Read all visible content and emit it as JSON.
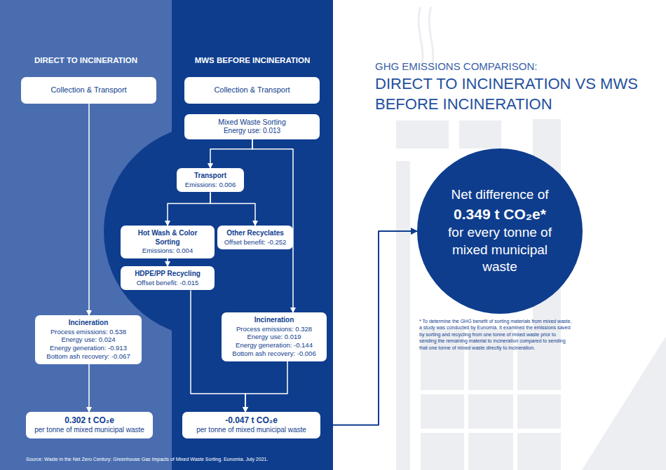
{
  "diagram": {
    "title": "DIRECT TO INCINERATION VS MWS BEFORE INCINERATION",
    "caption": "Source: Waste in the Net Zero Century: Greenhouse Gas Impacts of Mixed Waste Sorting. Eunomia. July 2021.",
    "nodes": [
      {
        "text": [
          "Collection & Transport"
        ]
      },
      {
        "text": [
          "Collection & Transport"
        ]
      },
      {
        "text": [
          "Mixed Waste Sorting",
          "Energy use: 0.013"
        ]
      },
      {
        "text": [
          "Transport",
          "Emissions: 0.006"
        ]
      },
      {
        "text": [
          "Hot Wash & Color Sorting",
          "Emissions: 0.004"
        ]
      },
      {
        "text": [
          "Other Recyclates",
          "Offset benefit: -0.252"
        ]
      },
      {
        "text": [
          "HDPE/PP Recycling",
          "Offset benefit: -0.015"
        ]
      },
      {
        "text": [
          "Incineration",
          "Process emissions: 0.538",
          "Energy use: 0.024",
          "Energy generation: -0.913",
          "Bottom ash recovery: -0.067"
        ]
      },
      {
        "text": [
          "Incineration",
          "Process emissions: 0.328",
          "Energy use: 0.019",
          "Energy generation: -0.144",
          "Bottom ash recovery: -0.006"
        ]
      },
      {
        "text": [
          "0.302 t CO₂e",
          "per tonne of mixed municipal waste"
        ]
      },
      {
        "text": [
          "-0.047 t CO₂e",
          "per tonne of mixed municipal waste"
        ]
      },
      {
        "text": [
          "Net difference of",
          "0.349 t CO₂e*",
          "for every tonne of mixed municipal waste"
        ]
      }
    ],
    "edges": [
      {
        "from": 0,
        "to": 7,
        "arrow": "to"
      },
      {
        "from": 2,
        "to": 3,
        "arrow": "to"
      },
      {
        "from": 2,
        "to": 8,
        "arrow": "to"
      },
      {
        "from": 3,
        "to": 4,
        "arrow": "to"
      },
      {
        "from": 3,
        "to": 5,
        "arrow": "to"
      },
      {
        "from": 4,
        "to": 6,
        "arrow": "to"
      },
      {
        "from": 6,
        "to": 10,
        "arrow": "to"
      },
      {
        "from": 8,
        "to": 10,
        "arrow": "to"
      },
      {
        "from": 7,
        "to": 9,
        "arrow": "to"
      },
      {
        "from": 10,
        "to": 11,
        "arrow": "to"
      }
    ],
    "labels": [
      "DIRECT TO INCINERATION",
      "MWS BEFORE INCINERATION",
      "GHG EMISSIONS COMPARISON:",
      "* To determine the GHG benefit of sorting materials from mixed waste, a study was conducted by Eunomia. It examined the emissions saved by sorting and recycling from one tonne of mixed waste prior to sending the remaining material to incineration compared to sending that one tonne of mixed waste directly to incineration."
    ]
  }
}
